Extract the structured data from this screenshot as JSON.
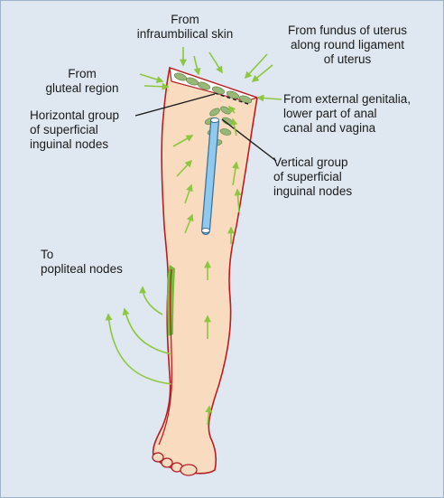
{
  "labels": {
    "infraumbilical": "From\ninfraumbilical skin",
    "uterus": "From fundus of uterus\nalong round ligament\nof uterus",
    "gluteal": "From\ngluteal region",
    "genitalia": "From external genitalia,\nlower part of anal\ncanal and vagina",
    "horizontal": "Horizontal group\nof superficial\ninguinal nodes",
    "vertical": "Vertical group\nof superficial\ninguinal nodes",
    "popliteal": "To\npopliteal nodes"
  },
  "colors": {
    "background": "#dfe8f1",
    "skin": "#f9dcc0",
    "outline": "#b81e24",
    "node": "#9ab77a",
    "arrow": "#8dc63f",
    "vein": "#8fc9ee",
    "popliteal_strip": "#77b93a"
  }
}
